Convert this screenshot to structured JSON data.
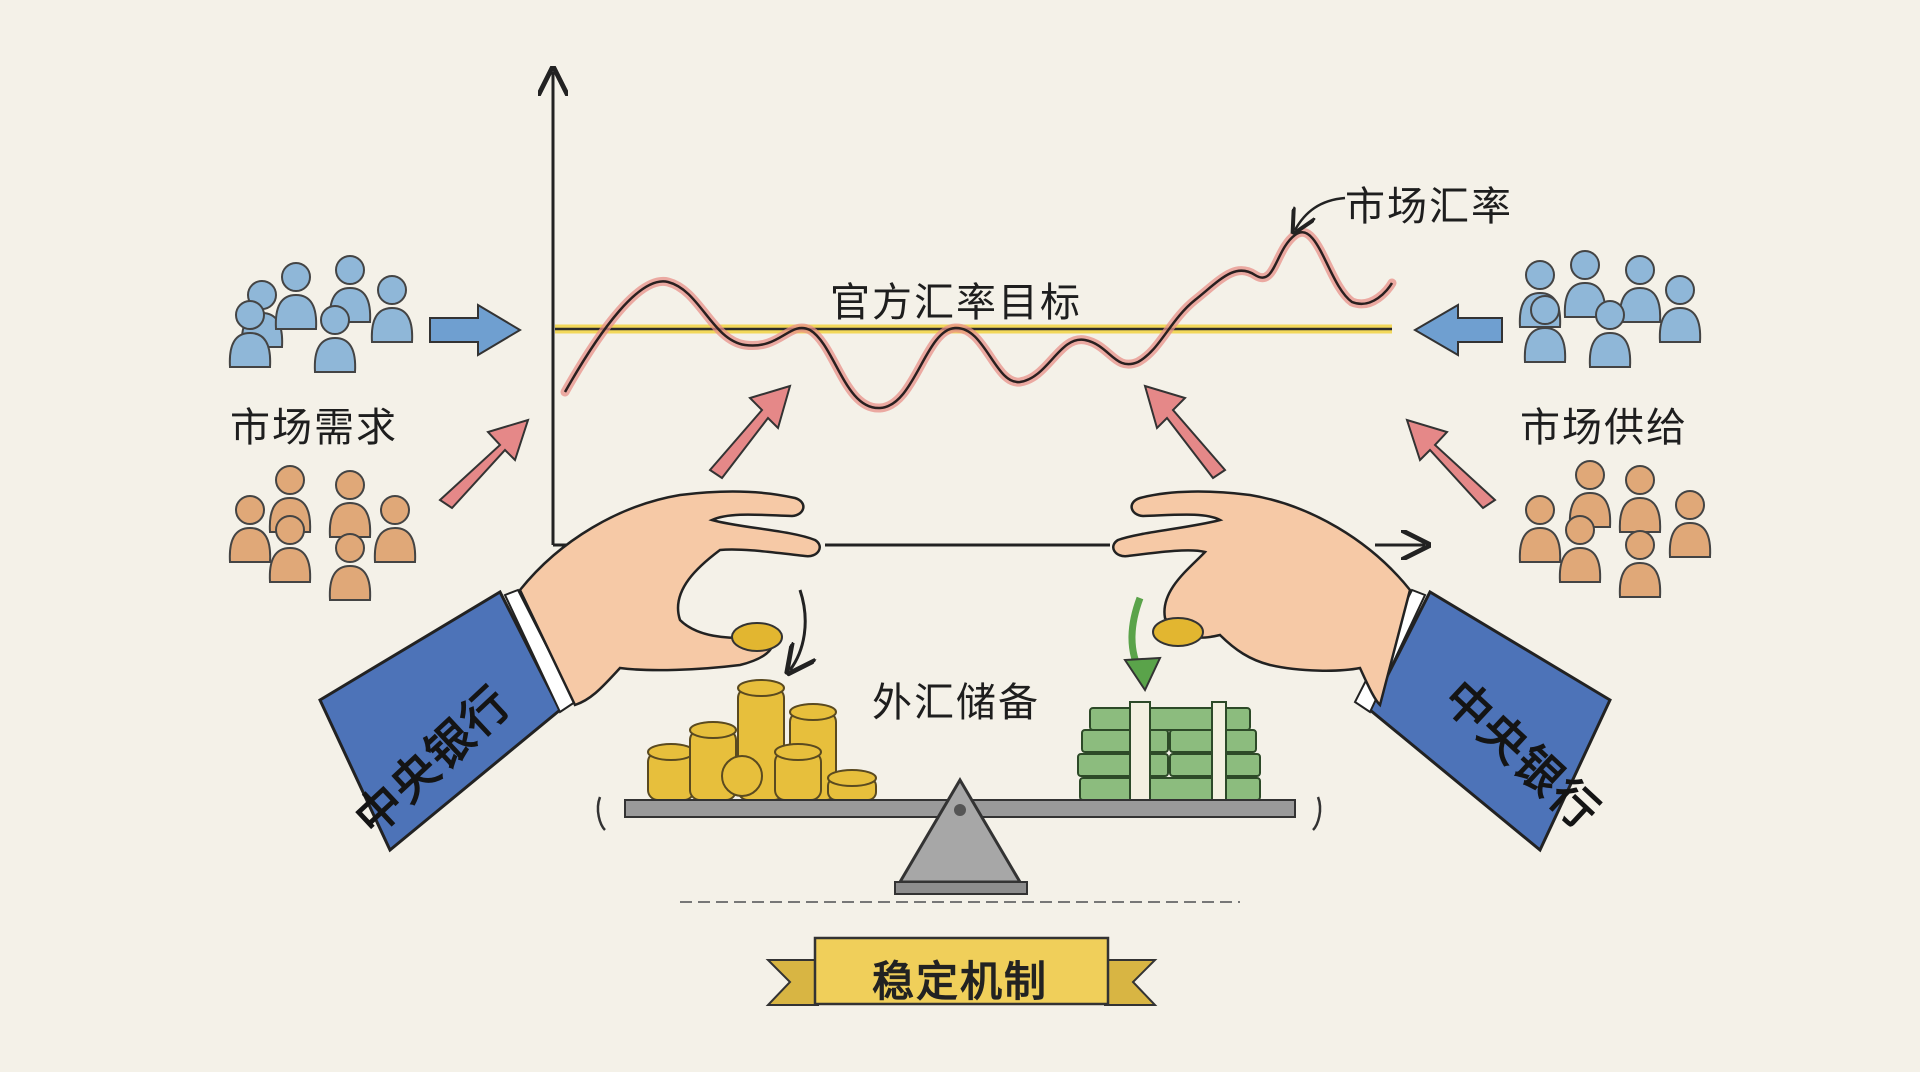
{
  "labels": {
    "market_rate": "市场汇率",
    "official_target": "官方汇率目标",
    "market_demand": "市场需求",
    "market_supply": "市场供给",
    "fx_reserves": "外汇储备",
    "central_bank_left": "中央银行",
    "central_bank_right": "中央银行",
    "stabilization": "稳定机制"
  },
  "colors": {
    "background": "#f4f1e8",
    "target_line": "#f2d85a",
    "market_line": "#d85a5a",
    "demand_arrow": "#5b8fc7",
    "influence_arrow": "#e06a6a",
    "reserve_arrow": "#5aa34a",
    "suit": "#3a62a8",
    "coins": "#e2b630",
    "banknotes": "#7fb071",
    "ribbon": "#f0cf5a"
  },
  "icons": [
    "people-group-icon",
    "arrow-icon",
    "hand-icon",
    "coin-stack-icon",
    "banknote-stack-icon",
    "seesaw-icon",
    "ribbon-icon"
  ]
}
